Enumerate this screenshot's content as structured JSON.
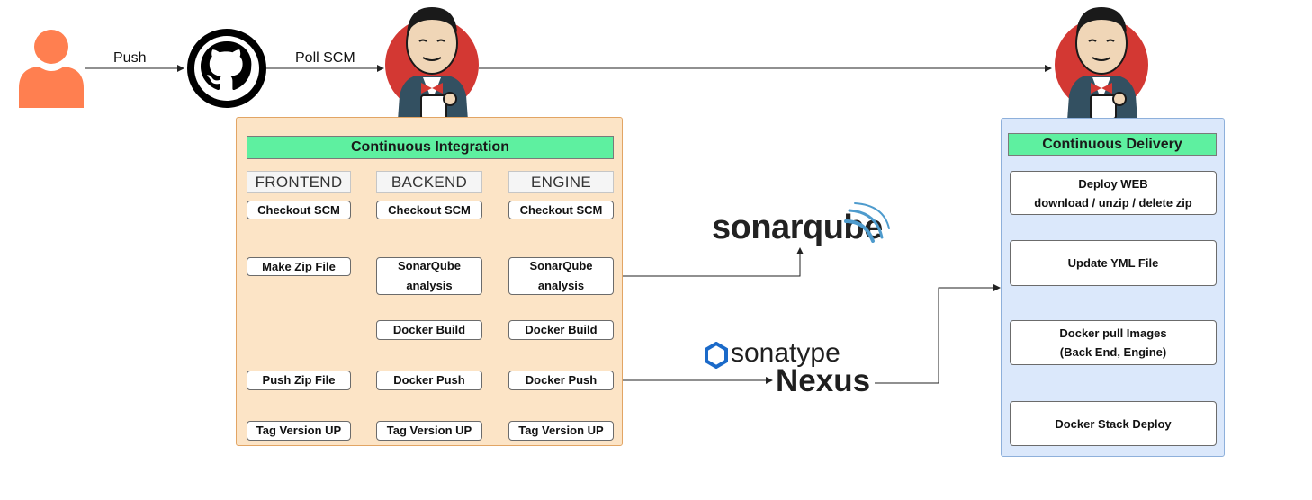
{
  "edges": {
    "push_label": "Push",
    "poll_label": "Poll SCM"
  },
  "ci": {
    "title": "Continuous Integration",
    "frontend": {
      "header": "FRONTEND",
      "checkout": "Checkout SCM",
      "make_zip": "Make Zip File",
      "push_zip": "Push Zip File",
      "tag": "Tag Version UP"
    },
    "backend": {
      "header": "BACKEND",
      "checkout": "Checkout SCM",
      "sonar_line1": "SonarQube",
      "sonar_line2": "analysis",
      "docker_build": "Docker Build",
      "docker_push": "Docker Push",
      "tag": "Tag Version UP"
    },
    "engine": {
      "header": "ENGINE",
      "checkout": "Checkout SCM",
      "sonar_line1": "SonarQube",
      "sonar_line2": "analysis",
      "docker_build": "Docker Build",
      "docker_push": "Docker Push",
      "tag": "Tag Version UP"
    }
  },
  "cd": {
    "title": "Continuous Delivery",
    "deploy_web_line1": "Deploy WEB",
    "deploy_web_line2": "download / unzip / delete zip",
    "update_yml": "Update YML File",
    "docker_pull_line1": "Docker pull Images",
    "docker_pull_line2": "(Back End, Engine)",
    "stack_deploy": "Docker Stack Deploy"
  },
  "tools": {
    "sonarqube_logo": "sonarqube",
    "sonatype_logo": "sonatype",
    "nexus_logo": "Nexus"
  },
  "colors": {
    "user": "#ff7f50",
    "ci_panel": "#fce4c6",
    "cd_panel": "#dbe8fb",
    "banner": "#5ef0a0",
    "sonar_wave": "#4e9bcd",
    "sonatype_hex": "#1b6ac9"
  }
}
